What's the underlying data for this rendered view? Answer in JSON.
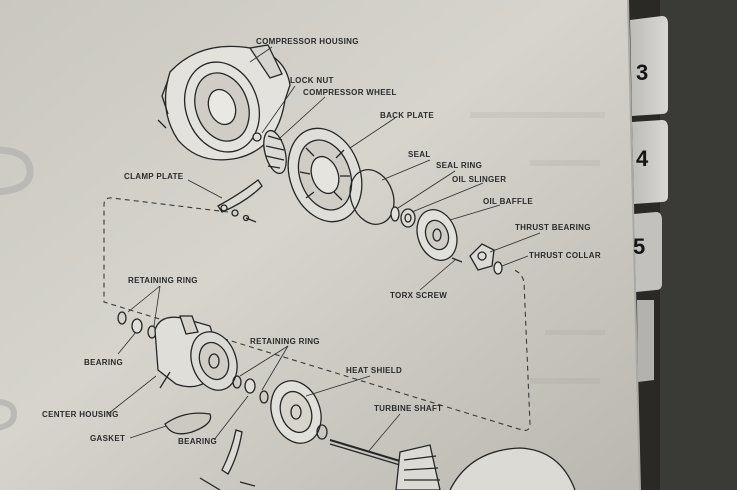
{
  "page": {
    "labels": {
      "compressor_housing": "COMPRESSOR HOUSING",
      "lock_nut": "LOCK NUT",
      "compressor_wheel": "COMPRESSOR WHEEL",
      "back_plate": "BACK PLATE",
      "seal": "SEAL",
      "seal_ring": "SEAL RING",
      "oil_slinger": "OIL SLINGER",
      "oil_baffle": "OIL BAFFLE",
      "clamp_plate": "CLAMP PLATE",
      "thrust_bearing": "THRUST BEARING",
      "thrust_collar": "THRUST COLLAR",
      "torx_screw": "TORX SCREW",
      "retaining_ring_left": "RETAINING RING",
      "bearing_left": "BEARING",
      "retaining_ring_right": "RETAINING RING",
      "heat_shield": "HEAT SHIELD",
      "center_housing": "CENTER HOUSING",
      "turbine_shaft": "TURBINE SHAFT",
      "gasket": "GASKET",
      "bearing_right": "BEARING"
    }
  },
  "tabs": [
    "3",
    "4",
    "5"
  ],
  "colors": {
    "page": "#d4d2cb",
    "tab": "#c8c7c3",
    "background": "#2a2926",
    "ink": "#2b2b2b"
  }
}
